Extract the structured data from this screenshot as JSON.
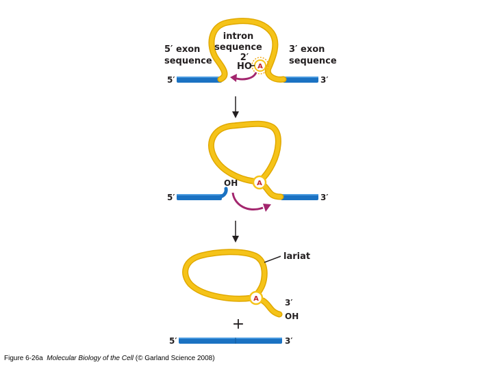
{
  "colors": {
    "exon": "#1b72c2",
    "exon_highlight": "#4a9be0",
    "intron": "#f5c319",
    "intron_outline": "#e0a800",
    "arrow": "#a3266e",
    "branch_ring": "#f0a818",
    "branch_text": "#c0272d",
    "text": "#231f20"
  },
  "step1": {
    "five_exon_label_line1": "5′ exon",
    "five_exon_label_line2": "sequence",
    "intron_label_line1": "intron",
    "intron_label_line2": "sequence",
    "two_prime": "2′",
    "ho_label": "HO",
    "branch_a": "A",
    "three_exon_label_line1": "3′ exon",
    "three_exon_label_line2": "sequence",
    "five_end": "5′",
    "three_end": "3′"
  },
  "step2": {
    "oh_label": "OH",
    "branch_a": "A",
    "five_end": "5′",
    "three_end": "3′"
  },
  "step3": {
    "lariat_label": "lariat",
    "branch_a": "A",
    "three_prime": "3′",
    "oh_label": "OH",
    "plus": "+",
    "five_end": "5′",
    "three_end": "3′"
  },
  "caption": {
    "prefix": "Figure 6-26a",
    "title": "Molecular Biology of the Cell",
    "suffix": "(© Garland Science 2008)"
  }
}
